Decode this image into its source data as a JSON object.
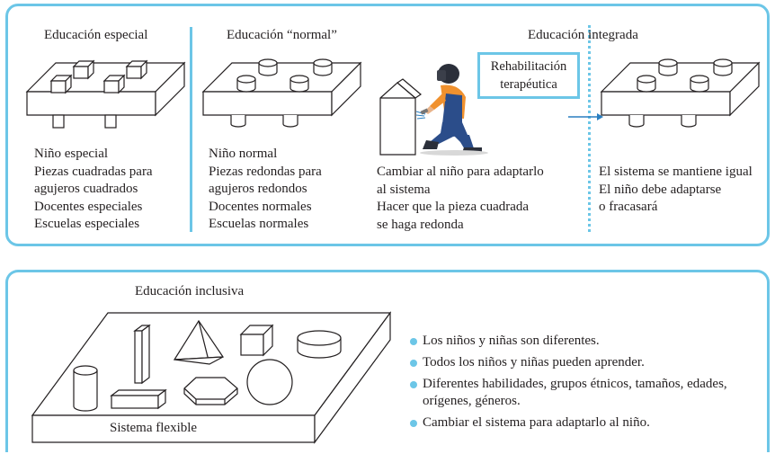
{
  "top": {
    "special": {
      "title": "Educación especial",
      "lines": [
        "Niño especial",
        "Piezas cuadradas para",
        "agujeros cuadrados",
        "Docentes especiales",
        "Escuelas especiales"
      ]
    },
    "normal": {
      "title": "Educación “normal”",
      "lines": [
        "Niño normal",
        "Piezas redondas para",
        "agujeros redondos",
        "Docentes normales",
        "Escuelas normales"
      ]
    },
    "integrated": {
      "title": "Educación integrada",
      "rehab_box": [
        "Rehabilitación",
        "terapéutica"
      ],
      "change_lines": [
        "Cambiar al niño para adaptarlo",
        "al sistema",
        "Hacer que la pieza cuadrada",
        "se haga redonda"
      ],
      "result_lines": [
        "El sistema se mantiene igual",
        "El niño debe adaptarse",
        "o fracasará"
      ]
    }
  },
  "bottom": {
    "title": "Educación inclusiva",
    "platform_label": "Sistema flexible",
    "bullets": [
      [
        "Los niños y niñas son diferentes."
      ],
      [
        "Todos los niños y niñas pueden aprender."
      ],
      [
        "Diferentes habilidades, grupos étnicos, tamaños, edades,",
        "orígenes, géneros."
      ],
      [
        "Cambiar el sistema para adaptarlo al niño."
      ]
    ]
  },
  "colors": {
    "accent": "#6cc6e7",
    "arrow": "#2a7fc1",
    "worker_orange": "#f0912e",
    "worker_blue": "#2b4d8a"
  }
}
